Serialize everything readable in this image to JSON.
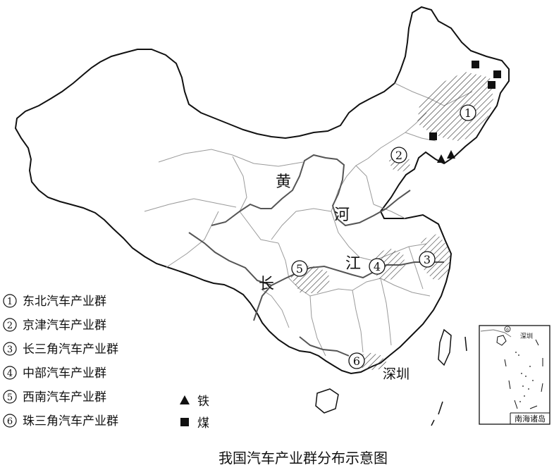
{
  "caption": "我国汽车产业群分布示意图",
  "rivers": {
    "yellow": "黄",
    "yellow_2": "河",
    "yangtze": "长",
    "yangtze_2": "江"
  },
  "city": "深圳",
  "inset_label": "南海诸岛",
  "inset_city": "深圳",
  "clusters": [
    {
      "num": "①",
      "name": "东北汽车产业群"
    },
    {
      "num": "②",
      "name": "京津汽车产业群"
    },
    {
      "num": "③",
      "name": "长三角汽车产业群"
    },
    {
      "num": "④",
      "name": "中部汽车产业群"
    },
    {
      "num": "⑤",
      "name": "西南汽车产业群"
    },
    {
      "num": "⑥",
      "name": "珠三角汽车产业群"
    }
  ],
  "resources": [
    {
      "symbol": "triangle",
      "label": "铁"
    },
    {
      "symbol": "square",
      "label": "煤"
    }
  ]
}
